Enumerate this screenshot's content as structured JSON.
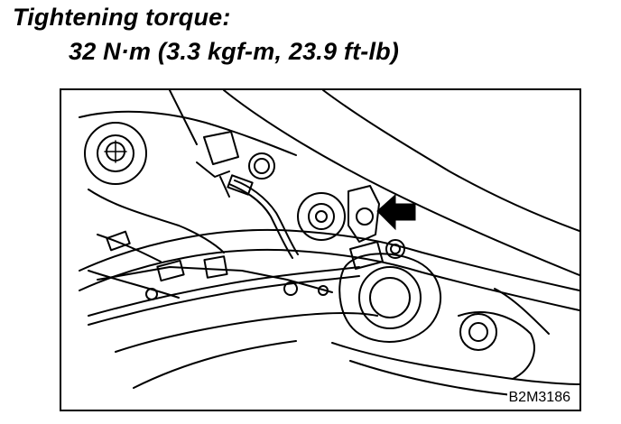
{
  "heading": "Tightening torque:",
  "torque_spec": "32 N·m (3.3 kgf-m, 23.9 ft-lb)",
  "figure_code": "B2M3186",
  "colors": {
    "ink": "#000000",
    "paper": "#ffffff",
    "arrow": "#000000"
  }
}
